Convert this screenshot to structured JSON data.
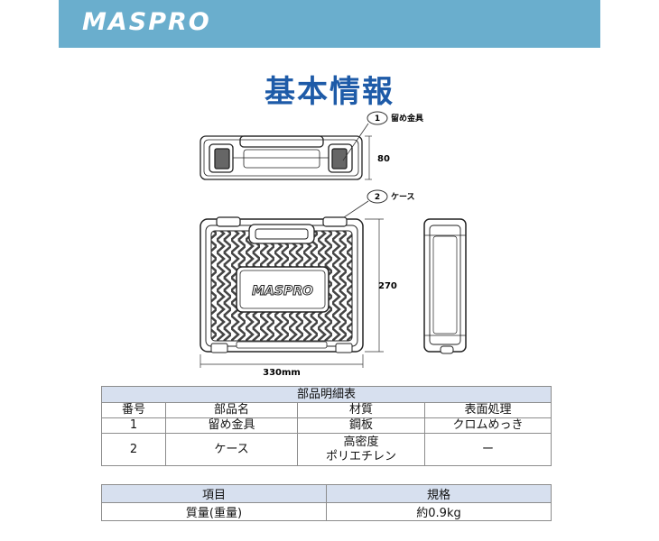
{
  "brand": {
    "logo_text": "MASPRO"
  },
  "page": {
    "title": "基本情報"
  },
  "drawing": {
    "callouts": [
      {
        "number": "1",
        "label": "留め金具"
      },
      {
        "number": "2",
        "label": "ケース"
      }
    ],
    "dimensions": {
      "top_view_height": "80",
      "front_height": "270",
      "front_width": "330mm"
    },
    "case_logo": "MASPRO"
  },
  "parts_table": {
    "caption": "部品明細表",
    "columns": [
      "番号",
      "部品名",
      "材質",
      "表面処理"
    ],
    "rows": [
      {
        "number": "1",
        "name": "留め金具",
        "material": "鋼板",
        "finish": "クロムめっき"
      },
      {
        "number": "2",
        "name": "ケース",
        "material_line1": "高密度",
        "material_line2": "ポリエチレン",
        "finish": "ー"
      }
    ]
  },
  "spec_table": {
    "columns": [
      "項目",
      "規格"
    ],
    "rows": [
      {
        "item": "質量(重量)",
        "value": "約0.9kg"
      }
    ]
  }
}
